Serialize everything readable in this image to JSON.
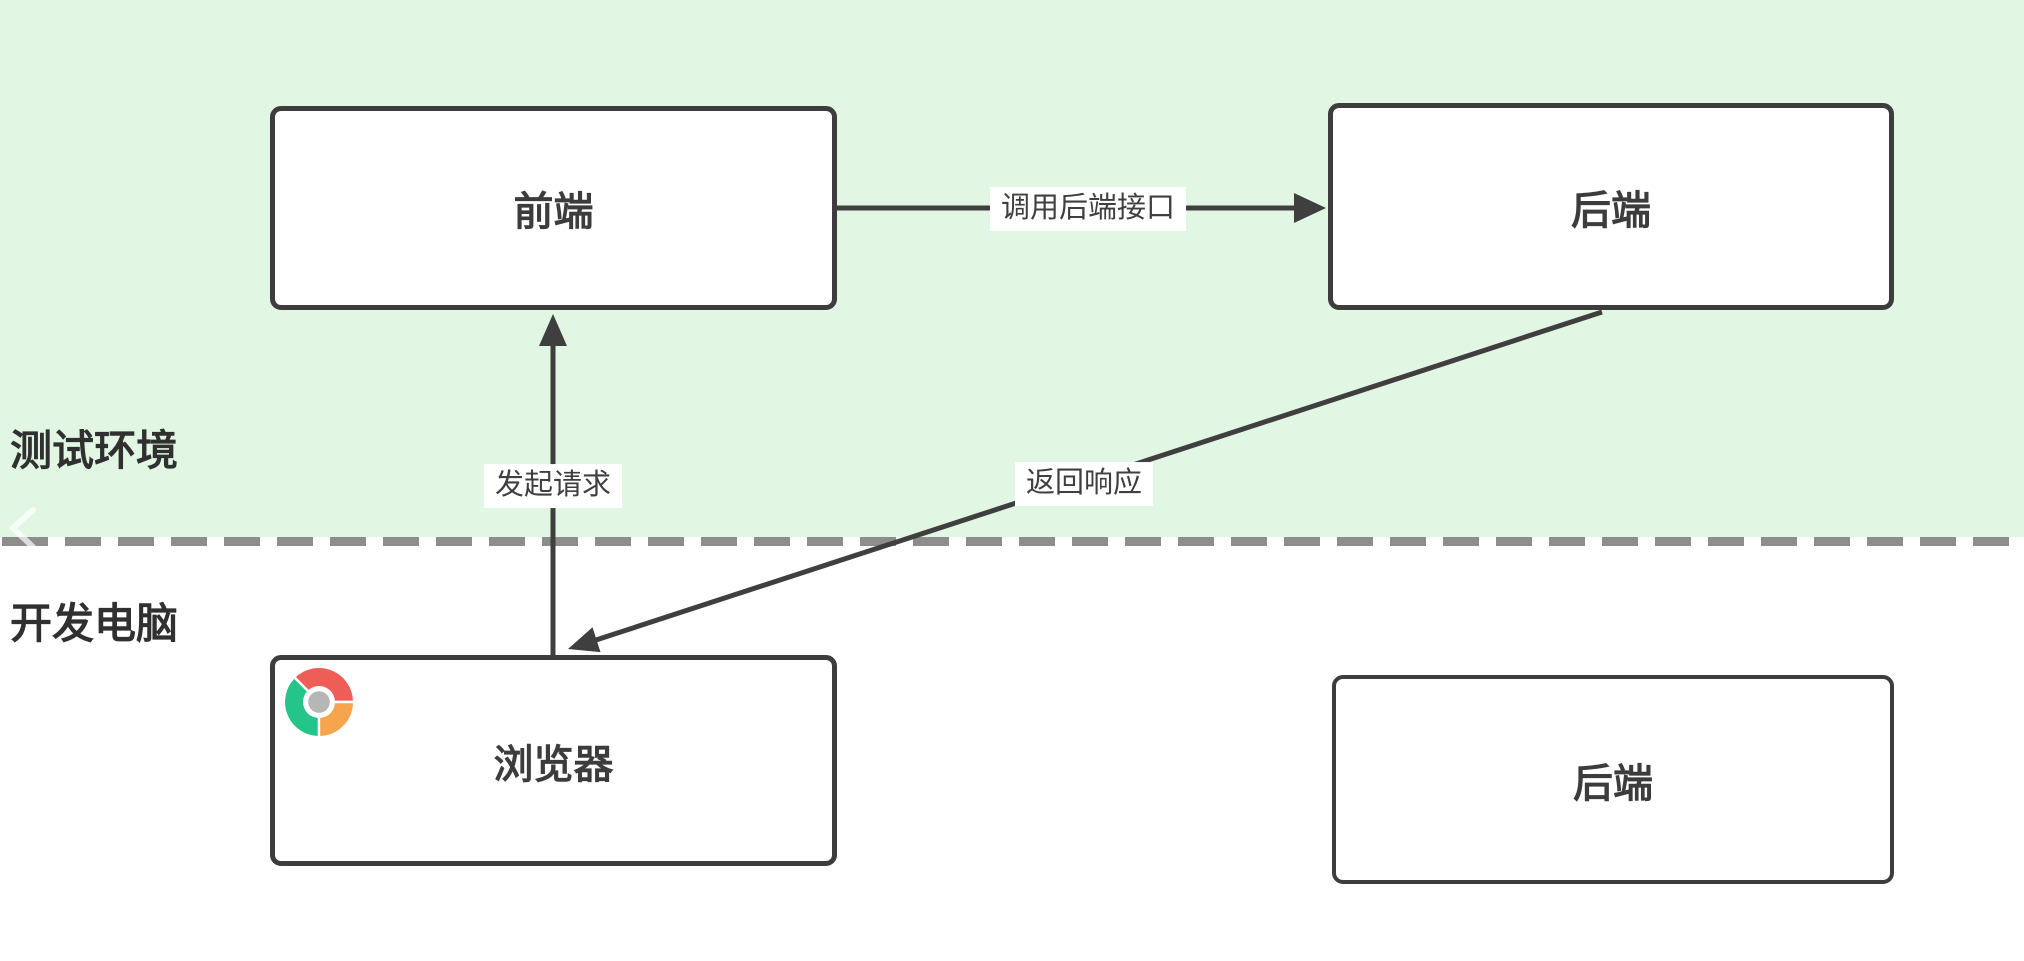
{
  "regions": {
    "test_environment": {
      "label": "测试环境"
    },
    "dev_computer": {
      "label": "开发电脑"
    }
  },
  "nodes": {
    "frontend": {
      "label": "前端"
    },
    "backend_test": {
      "label": "后端"
    },
    "browser": {
      "label": "浏览器",
      "icon": "chrome-icon"
    },
    "backend_dev": {
      "label": "后端"
    }
  },
  "edges": {
    "call_api": {
      "label": "调用后端接口",
      "from": "frontend",
      "to": "backend_test"
    },
    "request": {
      "label": "发起请求",
      "from": "browser",
      "to": "frontend"
    },
    "response": {
      "label": "返回响应",
      "from": "backend_test",
      "to": "browser"
    }
  },
  "colors": {
    "test_region_bg": "#e1f6e3",
    "dev_region_bg": "#ffffff",
    "node_border": "#3d3d3d",
    "edge": "#3f3f3f",
    "divider": "#8d8d8d",
    "chrome": {
      "red": "#ee5e57",
      "green": "#25c489",
      "orange": "#f6a44d",
      "hub": "#b6b6b6"
    }
  }
}
